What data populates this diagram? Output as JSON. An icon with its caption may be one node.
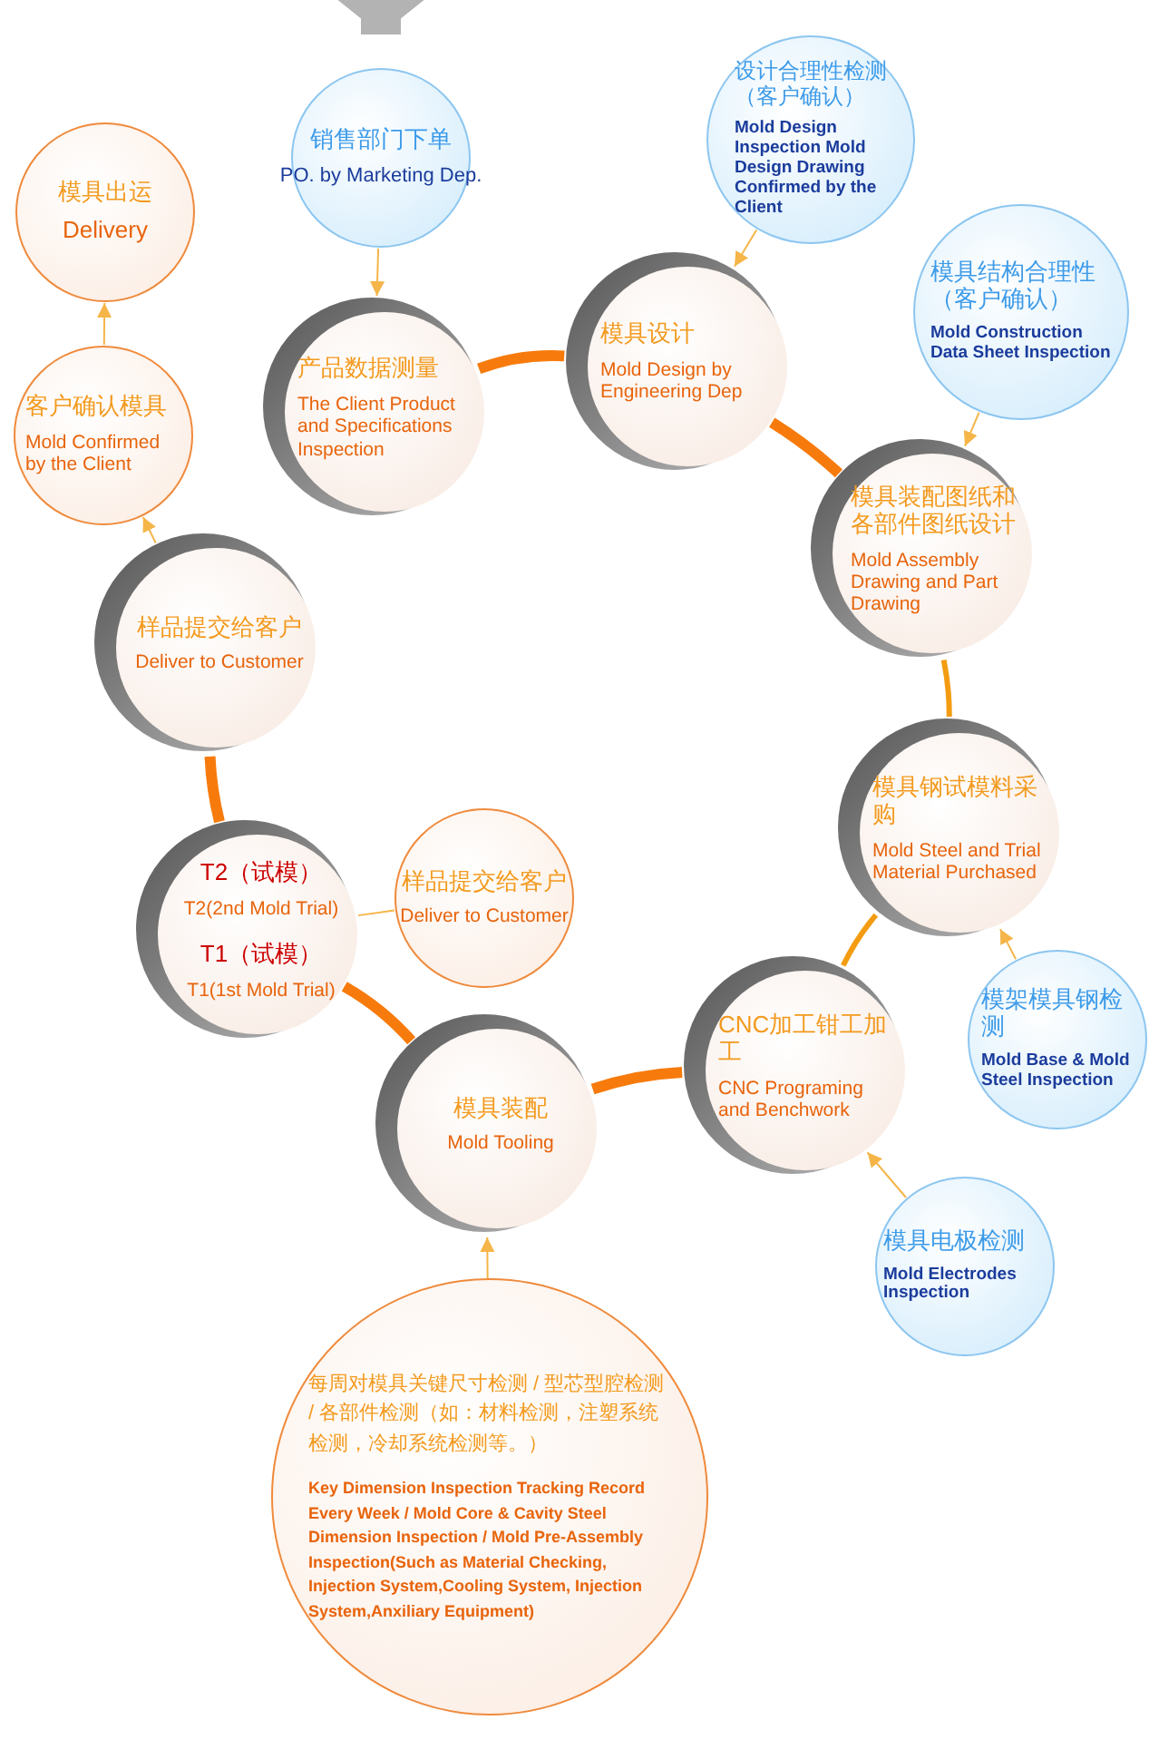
{
  "diagram": {
    "nodes": [
      {
        "text": [
          "模具出运",
          "Delivery"
        ]
      },
      {
        "text": [
          "销售部门下单",
          "PO. by Marketing Dep."
        ]
      },
      {
        "text": [
          "设计合理性检测（客户确认）",
          "Mold Design Inspection Mold Design Drawing Confirmed by the Client"
        ]
      },
      {
        "text": [
          "产品数据测量",
          "The Client Product and Specifications Inspection"
        ]
      },
      {
        "text": [
          "模具设计",
          "Mold Design by Engineering Dep"
        ]
      },
      {
        "text": [
          "模具结构合理性（客户确认）",
          "Mold Construction Data Sheet Inspection"
        ]
      },
      {
        "text": [
          "客户确认模具",
          "Mold Confirmed by the Client"
        ]
      },
      {
        "text": [
          "模具装配图纸和各部件图纸设计",
          "Mold Assembly Drawing and Part Drawing"
        ]
      },
      {
        "text": [
          "样品提交给客户",
          "Deliver to Customer"
        ]
      },
      {
        "text": [
          "模具钢试模料采购",
          "Mold Steel and Trial Material Purchased"
        ]
      },
      {
        "text": [
          "T2（试模）",
          "T2(2nd Mold Trial)",
          "T1（试模）",
          "T1(1st Mold Trial)"
        ]
      },
      {
        "text": [
          "样品提交给客户",
          "Deliver to Customer"
        ]
      },
      {
        "text": [
          "模架模具钢检测",
          "Mold Base & Mold Steel Inspection"
        ]
      },
      {
        "text": [
          "CNC加工钳工加工",
          "CNC Programing and Benchwork"
        ]
      },
      {
        "text": [
          "模具装配",
          "Mold Tooling"
        ]
      },
      {
        "text": [
          "模具电极检测",
          "Mold Electrodes Inspection"
        ]
      },
      {
        "text": [
          "每周对模具关键尺寸检测 / 型芯型腔检测 / 各部件检测（如：材料检测，注塑系统检测，冷却系统检测等。）",
          "Key Dimension Inspection Tracking Record Every Week / Mold Core & Cavity Steel Dimension Inspection / Mold Pre-Assembly Inspection(Such as Material Checking, Injection System,Cooling System, Injection System,Anxiliary Equipment)"
        ]
      }
    ],
    "edges": [
      {
        "from": null,
        "to": 1,
        "arrow": "to",
        "style": "thick",
        "color": "#b3b3b3"
      },
      {
        "from": 1,
        "to": 3,
        "arrow": "to"
      },
      {
        "from": 2,
        "to": 4,
        "arrow": "to"
      },
      {
        "from": 5,
        "to": 7,
        "arrow": "to"
      },
      {
        "from": 12,
        "to": 9,
        "arrow": "to"
      },
      {
        "from": 15,
        "to": 13,
        "arrow": "to"
      },
      {
        "from": 16,
        "to": 14,
        "arrow": "to"
      },
      {
        "from": 6,
        "to": 0,
        "arrow": "to"
      },
      {
        "from": 8,
        "to": 6,
        "arrow": "to"
      },
      {
        "from": 11,
        "to": 10,
        "arrow": "none"
      },
      {
        "from": 3,
        "to": 4,
        "arrow": "none",
        "style": "thick",
        "color": "#f77b0c"
      },
      {
        "from": 4,
        "to": 7,
        "arrow": "none",
        "style": "thick",
        "color": "#f77b0c"
      },
      {
        "from": 7,
        "to": 9,
        "arrow": "none",
        "style": "thick",
        "color": "#f39c12"
      },
      {
        "from": 9,
        "to": 13,
        "arrow": "none",
        "style": "thick",
        "color": "#f39c12"
      },
      {
        "from": 13,
        "to": 14,
        "arrow": "none",
        "style": "thick",
        "color": "#f77b0c"
      },
      {
        "from": 14,
        "to": 10,
        "arrow": "none",
        "style": "thick",
        "color": "#f77b0c"
      },
      {
        "from": 10,
        "to": 8,
        "arrow": "none",
        "style": "thick",
        "color": "#f77b0c"
      }
    ]
  }
}
